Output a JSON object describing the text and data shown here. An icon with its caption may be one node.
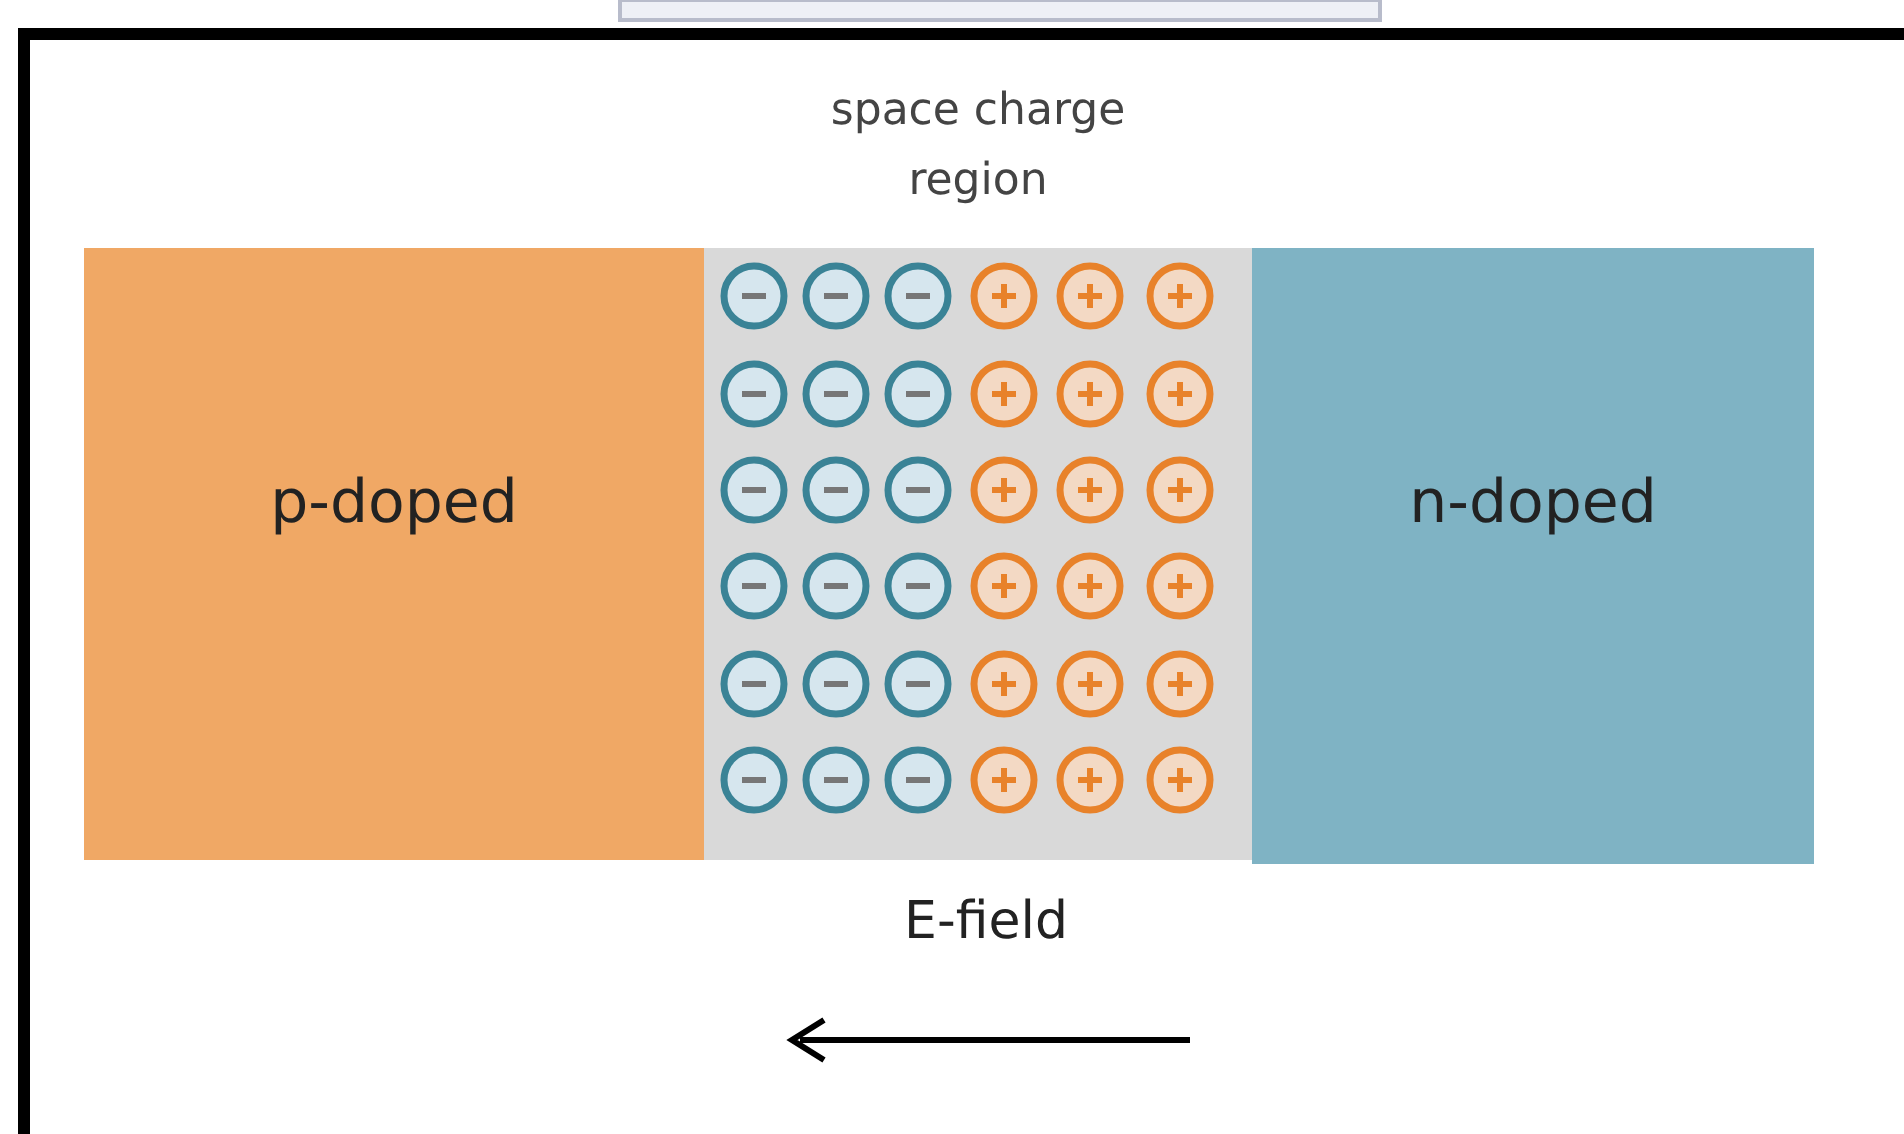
{
  "diagram": {
    "nodes": [
      {
        "text": [
          "p-doped"
        ]
      },
      {
        "text": [
          "space charge region"
        ]
      },
      {
        "text": [
          "n-doped"
        ]
      }
    ],
    "labels": [
      "E-field"
    ]
  }
}
